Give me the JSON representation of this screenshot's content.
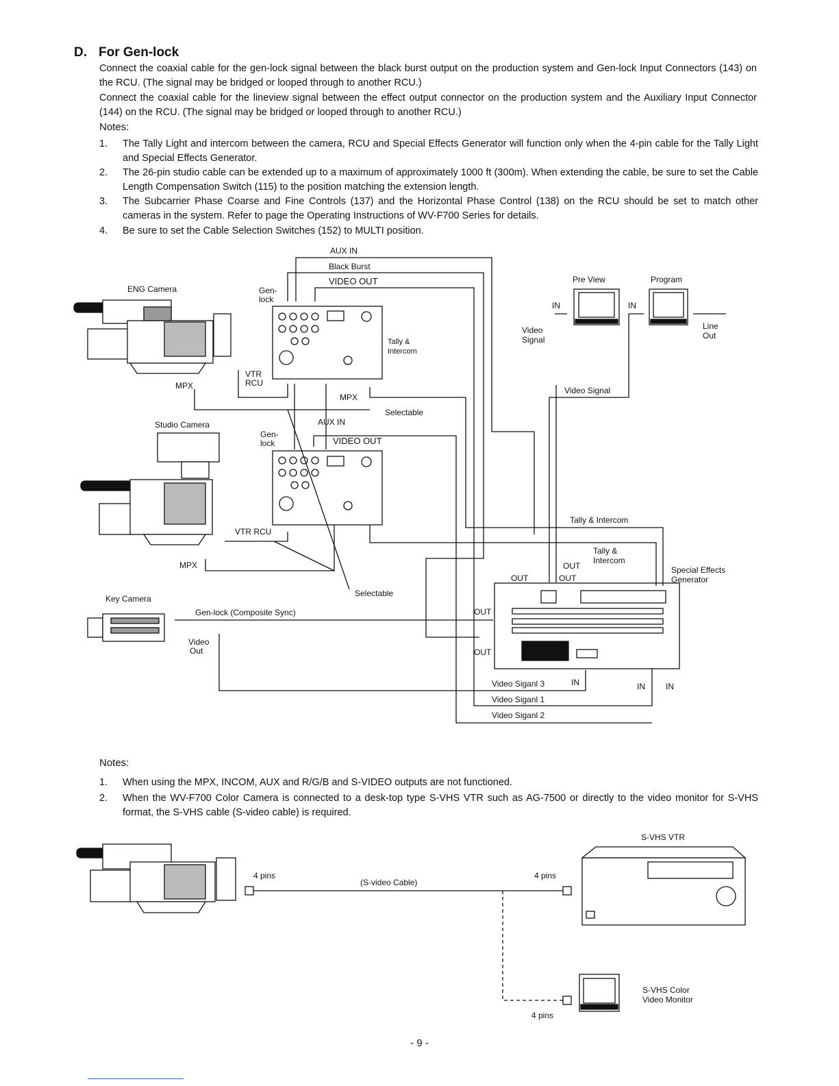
{
  "heading": {
    "letter": "D.",
    "title": "For Gen-lock"
  },
  "intro": [
    "Connect the coaxial cable for the gen-lock signal between the black burst output on the production system and Gen-lock Input Connectors (143) on the RCU. (The signal may be bridged or looped through to another RCU.)",
    "Connect the coaxial cable for the lineview signal between the effect output connector on the production system and the Auxiliary Input Connector (144) on the RCU. (The signal may be bridged or looped through to another RCU.)"
  ],
  "notes_title": "Notes:",
  "notes": [
    {
      "num": "1.",
      "text": "The Tally Light and intercom between the camera, RCU and Special Effects Generator will function only when the 4-pin cable for the Tally Light and Special Effects Generator."
    },
    {
      "num": "2.",
      "text": "The 26-pin studio cable can be extended up to a maximum of approximately 1000 ft (300m). When extending the cable, be sure to set the Cable Length Compensation Switch (115) to the position matching the extension length."
    },
    {
      "num": "3.",
      "text": "The Subcarrier Phase Coarse and Fine Controls (137) and the Horizontal Phase Control (138) on the RCU should be set to match other cameras in the system. Refer to page the Operating Instructions of WV-F700 Series for details."
    },
    {
      "num": "4.",
      "text": "Be sure to set the Cable Selection Switches (152) to MULTI position."
    }
  ],
  "diagram1": {
    "aux_in": "AUX IN",
    "black_burst": "Black Burst",
    "video_out": "VIDEO OUT",
    "eng_camera": "ENG Camera",
    "gen": "Gen-",
    "lock": "lock",
    "tally": "Tally &",
    "intercom": "Intercom",
    "vtr": "VTR",
    "rcu": "RCU",
    "mpx": "MPX",
    "selectable": "Selectable",
    "studio_camera": "Studio Camera",
    "aux_in2": "AUX IN",
    "video_out2": "VIDEO OUT",
    "vtr_rcu": "VTR RCU",
    "key_camera": "Key Camera",
    "genlock_comp": "Gen-lock (Composite Sync)",
    "video": "Video",
    "out": "Out",
    "preview": "Pre View",
    "program": "Program",
    "in": "IN",
    "video_signal_a": "Video",
    "video_signal_b": "Signal",
    "video_signal": "Video Signal",
    "line": "Line",
    "line_out": "Out",
    "tally_intercom": "Tally & Intercom",
    "tally_amp": "Tally &",
    "intercom2": "Intercom",
    "out_label": "OUT",
    "special_effects": "Special Effects",
    "generator": "Generator",
    "vs3": "Video Siganl 3",
    "vs1": "Video Siganl 1",
    "vs2": "Video Siganl 2"
  },
  "notes2_title": "Notes:",
  "notes2": [
    {
      "num": "1.",
      "text": "When using the MPX, INCOM, AUX and R/G/B and S-VIDEO outputs are not functioned."
    },
    {
      "num": "2.",
      "text": "When the WV-F700 Color Camera is connected to a desk-top type S-VHS VTR such as AG-7500 or directly to the video monitor for S-VHS format, the S-VHS cable (S-video cable) is required."
    }
  ],
  "diagram2": {
    "svhs_vtr": "S-VHS VTR",
    "pins4": "4 pins",
    "svideo_cable": "(S-video Cable)",
    "svhs_color": "S-VHS Color",
    "video_monitor": "Video Monitor"
  },
  "page_number": "- 9 -"
}
